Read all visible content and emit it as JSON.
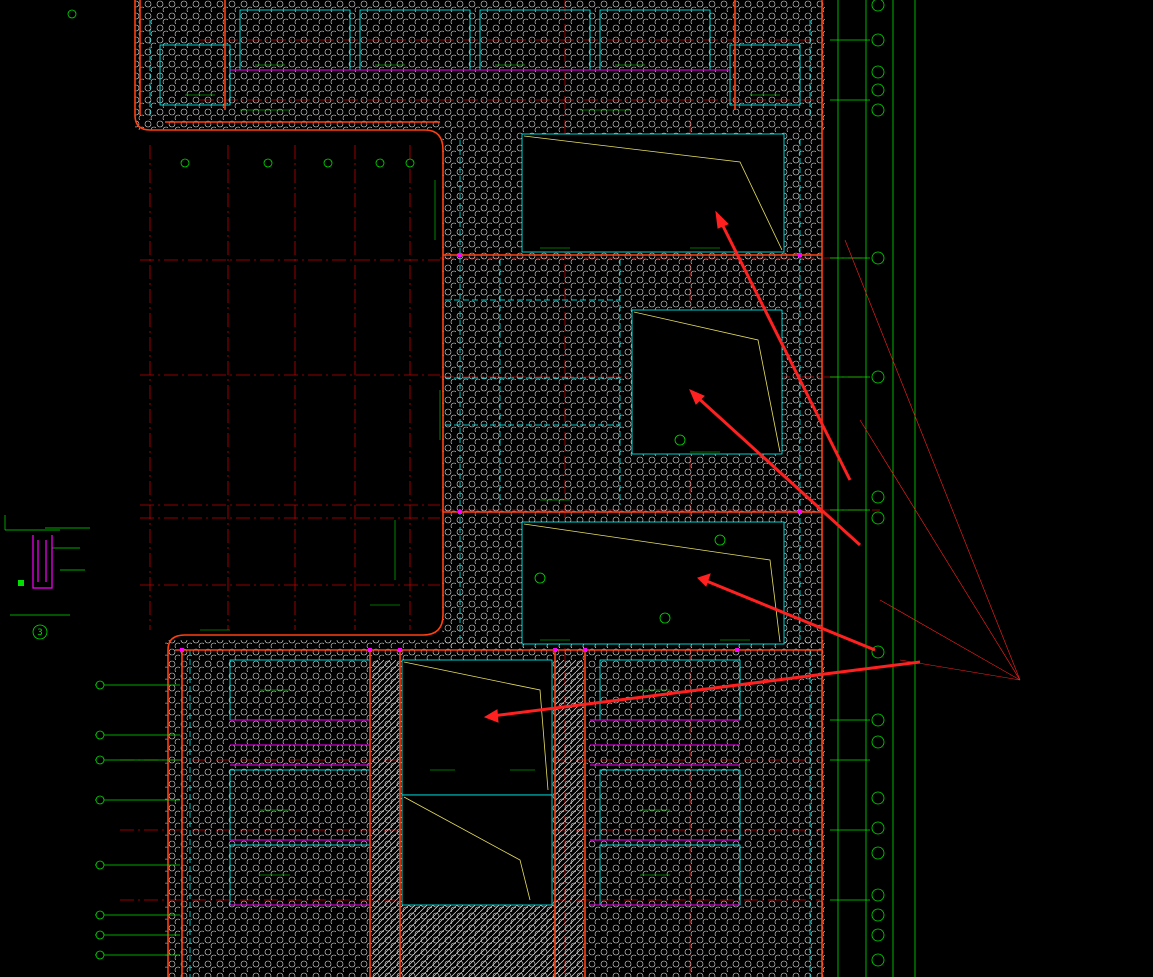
{
  "drawing": {
    "type": "structural-plan",
    "colors": {
      "background": "#000000",
      "wall": "#ff4010",
      "axis": "#c00000",
      "dimension": "#00e000",
      "beam": "#00ffff",
      "opening": "#e8e060",
      "annotation": "#ff2020",
      "hatch": "#ffffff",
      "column": "#ff00ff"
    },
    "detail_callout": {
      "number": "3"
    },
    "annotation_arrows": 4,
    "voids": 4
  }
}
